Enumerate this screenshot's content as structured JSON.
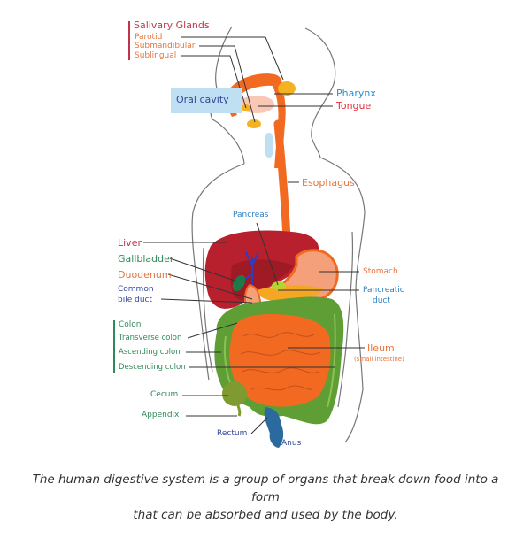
{
  "colors": {
    "salivary": "#c0334a",
    "salivary_sub": "#e8743b",
    "blue_label": "#1e90d6",
    "tongue": "#e8303f",
    "esophagus_label": "#e8743b",
    "pancreas_label": "#2f7fc1",
    "liver_label": "#c0334a",
    "green_label": "#2f8a5a",
    "navy_label": "#34489a",
    "oral_label": "#34489a",
    "oral_bg": "#bfe0f2",
    "esophagus": "#f26a22",
    "liver": "#b8202e",
    "liver_dark": "#9e1a25",
    "stomach": "#f4a07a",
    "stomach_edge": "#f26a22",
    "intestine": "#f26a22",
    "colon": "#5e9e34",
    "colon_light": "#8cc152",
    "gallbladder": "#1f7a4a",
    "bile": "#2d3cc8",
    "rectum": "#2b6a9e",
    "gland": "#f4b222",
    "body_outline": "#777777",
    "leader": "#333333"
  },
  "labels": {
    "salivary_glands": "Salivary Glands",
    "parotid": "Parotid",
    "submandibular": "Submandibular",
    "sublingual": "Sublingual",
    "oral_cavity": "Oral cavity",
    "pharynx": "Pharynx",
    "tongue": "Tongue",
    "esophagus": "Esophagus",
    "pancreas": "Pancreas",
    "liver": "Liver",
    "gallbladder": "Gallbladder",
    "duodenum": "Duodenum",
    "common_bile_duct_1": "Common",
    "common_bile_duct_2": "bile duct",
    "stomach": "Stomach",
    "pancreatic_duct_1": "Pancreatic",
    "pancreatic_duct_2": "duct",
    "colon": "Colon",
    "transverse_colon": "Transverse colon",
    "ascending_colon": "Ascending colon",
    "descending_colon": "Descending colon",
    "ileum": "Ileum",
    "ileum_sub": "(small intestine)",
    "cecum": "Cecum",
    "appendix": "Appendix",
    "rectum": "Rectum",
    "anus": "Anus"
  },
  "caption": {
    "line1": "The human digestive system is a group of organs that break down food into a form",
    "line2": "that can be absorbed and used by the body."
  }
}
